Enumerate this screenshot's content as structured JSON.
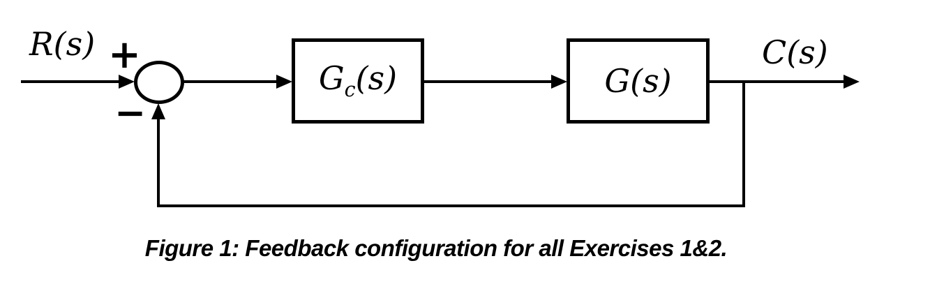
{
  "figure": {
    "labels": {
      "input": "R(s)",
      "output": "C(s)",
      "plus": "+",
      "minus": "−",
      "controller": {
        "base": "G",
        "sub": "c",
        "args": "(s)"
      },
      "plant": "G(s)"
    },
    "caption": "Figure 1: Feedback configuration for all Exercises 1&2.",
    "colors": {
      "stroke": "#000000",
      "background": "#ffffff"
    }
  }
}
